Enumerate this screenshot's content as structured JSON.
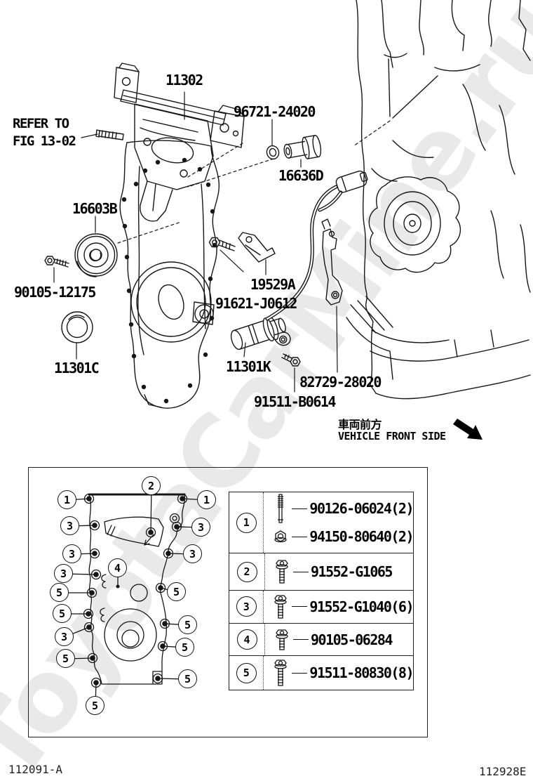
{
  "watermark": {
    "text": "ToyotaCarMine.ru",
    "color": "#e9e9e9"
  },
  "main_diagram": {
    "labels": {
      "p11302": "11302",
      "refer1": "REFER TO",
      "refer2": "FIG 13-02",
      "p96721": "96721-24020",
      "p16636d": "16636D",
      "p16603b": "16603B",
      "p90105_12175": "90105-12175",
      "p11301c": "11301C",
      "p19529a": "19529A",
      "p91621": "91621-J0612",
      "p11301k": "11301K",
      "p82729": "82729-28020",
      "p91511_b0614": "91511-B0614"
    },
    "vehicle_note": {
      "jp": "車両前方",
      "en": "VEHICLE FRONT SIDE"
    }
  },
  "inset": {
    "callouts": [
      {
        "label": "2"
      },
      {
        "label": "1"
      },
      {
        "label": "1"
      },
      {
        "label": "3"
      },
      {
        "label": "3"
      },
      {
        "label": "3"
      },
      {
        "label": "3"
      },
      {
        "label": "3"
      },
      {
        "label": "4"
      },
      {
        "label": "5"
      },
      {
        "label": "5"
      },
      {
        "label": "5"
      },
      {
        "label": "3"
      },
      {
        "label": "5"
      },
      {
        "label": "5"
      },
      {
        "label": "5"
      },
      {
        "label": "5"
      },
      {
        "label": "5"
      }
    ],
    "table": {
      "rows": [
        {
          "num": "1",
          "items": [
            {
              "icon": "stud-bolt",
              "part": "90126-06024(2)"
            },
            {
              "icon": "flange-nut",
              "part": "94150-80640(2)"
            }
          ]
        },
        {
          "num": "2",
          "items": [
            {
              "icon": "hex-bolt",
              "part": "91552-G1065"
            }
          ]
        },
        {
          "num": "3",
          "items": [
            {
              "icon": "hex-bolt",
              "part": "91552-G1040(6)"
            }
          ]
        },
        {
          "num": "4",
          "items": [
            {
              "icon": "hex-bolt",
              "part": "90105-06284"
            }
          ]
        },
        {
          "num": "5",
          "items": [
            {
              "icon": "hex-bolt",
              "part": "91511-80830(8)"
            }
          ]
        }
      ]
    }
  },
  "footer": {
    "left_code": "112091-A",
    "right_code": "112928E"
  }
}
